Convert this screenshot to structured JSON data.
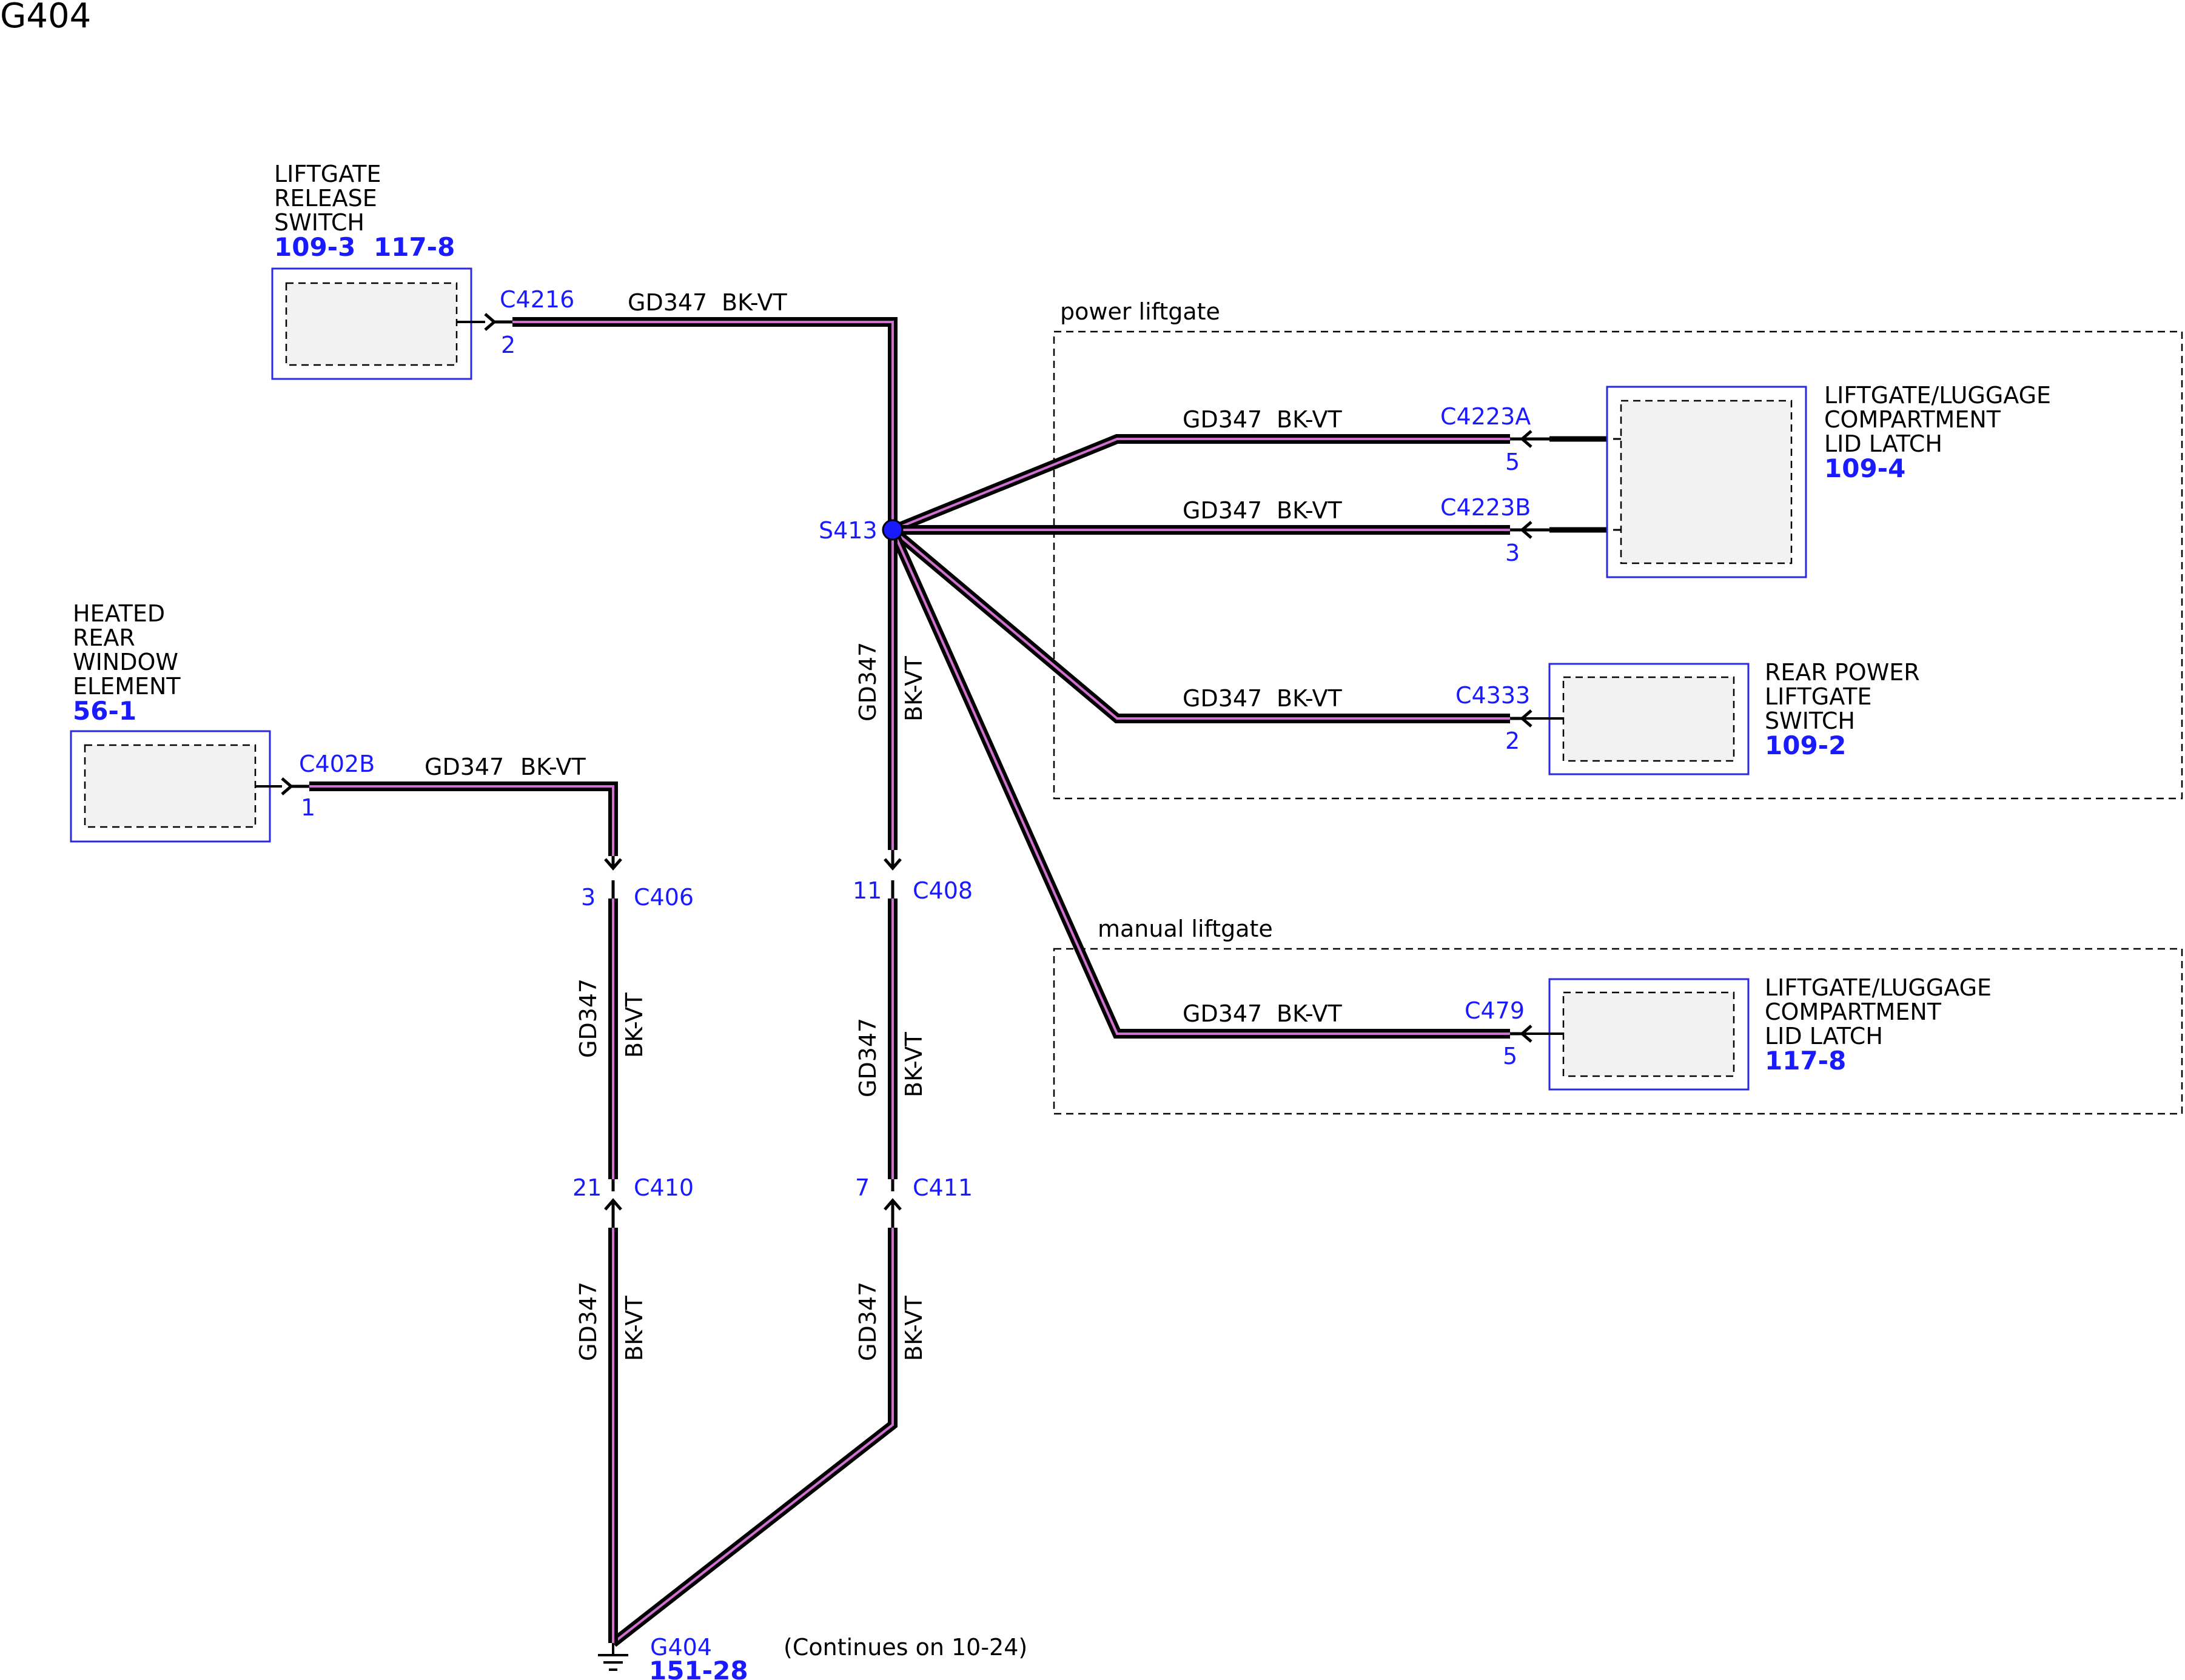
{
  "title": "G404",
  "wire": {
    "circuit": "GD347",
    "color": "BK-VT"
  },
  "colors": {
    "wire_outer": "#000000",
    "wire_inner": "#d070d0",
    "component_frame": "#2a2adf",
    "connector_text": "#1a1aff",
    "splice": "#1a1aff"
  },
  "groups": {
    "power": "power liftgate",
    "manual": "manual liftgate"
  },
  "components": {
    "liftgate_release_switch": {
      "name_lines": [
        "LIFTGATE",
        "RELEASE",
        "SWITCH"
      ],
      "refs": [
        "109-3",
        "117-8"
      ]
    },
    "heated_rear_window": {
      "name_lines": [
        "HEATED",
        "REAR",
        "WINDOW",
        "ELEMENT"
      ],
      "refs": [
        "56-1"
      ]
    },
    "liftgate_latch_power": {
      "name_lines": [
        "LIFTGATE/LUGGAGE",
        "COMPARTMENT",
        "LID LATCH"
      ],
      "refs": [
        "109-4"
      ]
    },
    "rear_power_liftgate_switch": {
      "name_lines": [
        "REAR POWER",
        "LIFTGATE",
        "SWITCH"
      ],
      "refs": [
        "109-2"
      ]
    },
    "liftgate_latch_manual": {
      "name_lines": [
        "LIFTGATE/LUGGAGE",
        "COMPARTMENT",
        "LID LATCH"
      ],
      "refs": [
        "117-8"
      ]
    }
  },
  "connectors": {
    "c4216": {
      "id": "C4216",
      "pin": "2"
    },
    "c402b": {
      "id": "C402B",
      "pin": "1"
    },
    "c4223a": {
      "id": "C4223A",
      "pin": "5"
    },
    "c4223b": {
      "id": "C4223B",
      "pin": "3"
    },
    "c4333": {
      "id": "C4333",
      "pin": "2"
    },
    "c479": {
      "id": "C479",
      "pin": "5"
    },
    "c406": {
      "id": "C406",
      "pin": "3"
    },
    "c408": {
      "id": "C408",
      "pin": "11"
    },
    "c410": {
      "id": "C410",
      "pin": "21"
    },
    "c411": {
      "id": "C411",
      "pin": "7"
    }
  },
  "splice": {
    "id": "S413"
  },
  "ground": {
    "id": "G404",
    "ref": "151-28"
  },
  "continues": "(Continues on 10-24)"
}
